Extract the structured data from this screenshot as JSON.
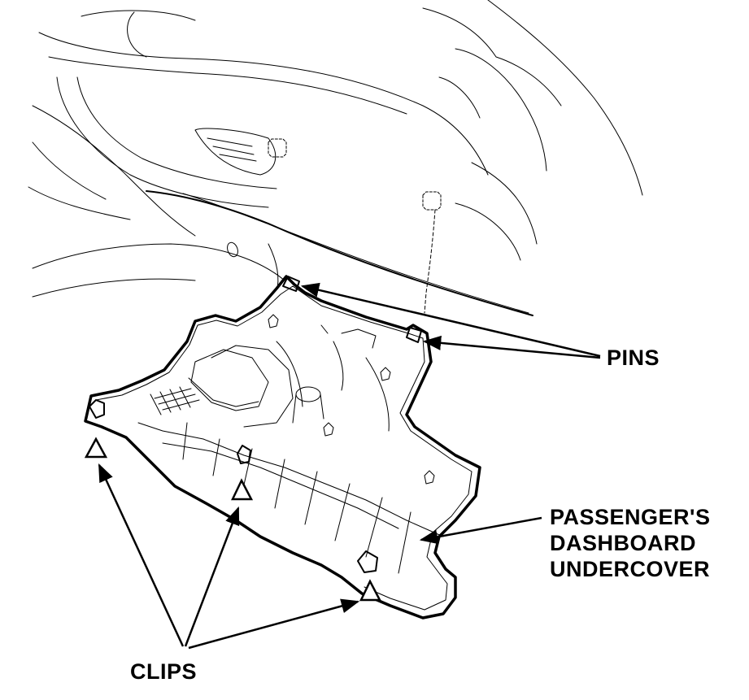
{
  "labels": {
    "pins": "PINS",
    "undercover_line1": "PASSENGER'S",
    "undercover_line2": "DASHBOARD",
    "undercover_line3": "UNDERCOVER",
    "clips": "CLIPS"
  },
  "colors": {
    "line": "#000000",
    "background": "#ffffff"
  }
}
